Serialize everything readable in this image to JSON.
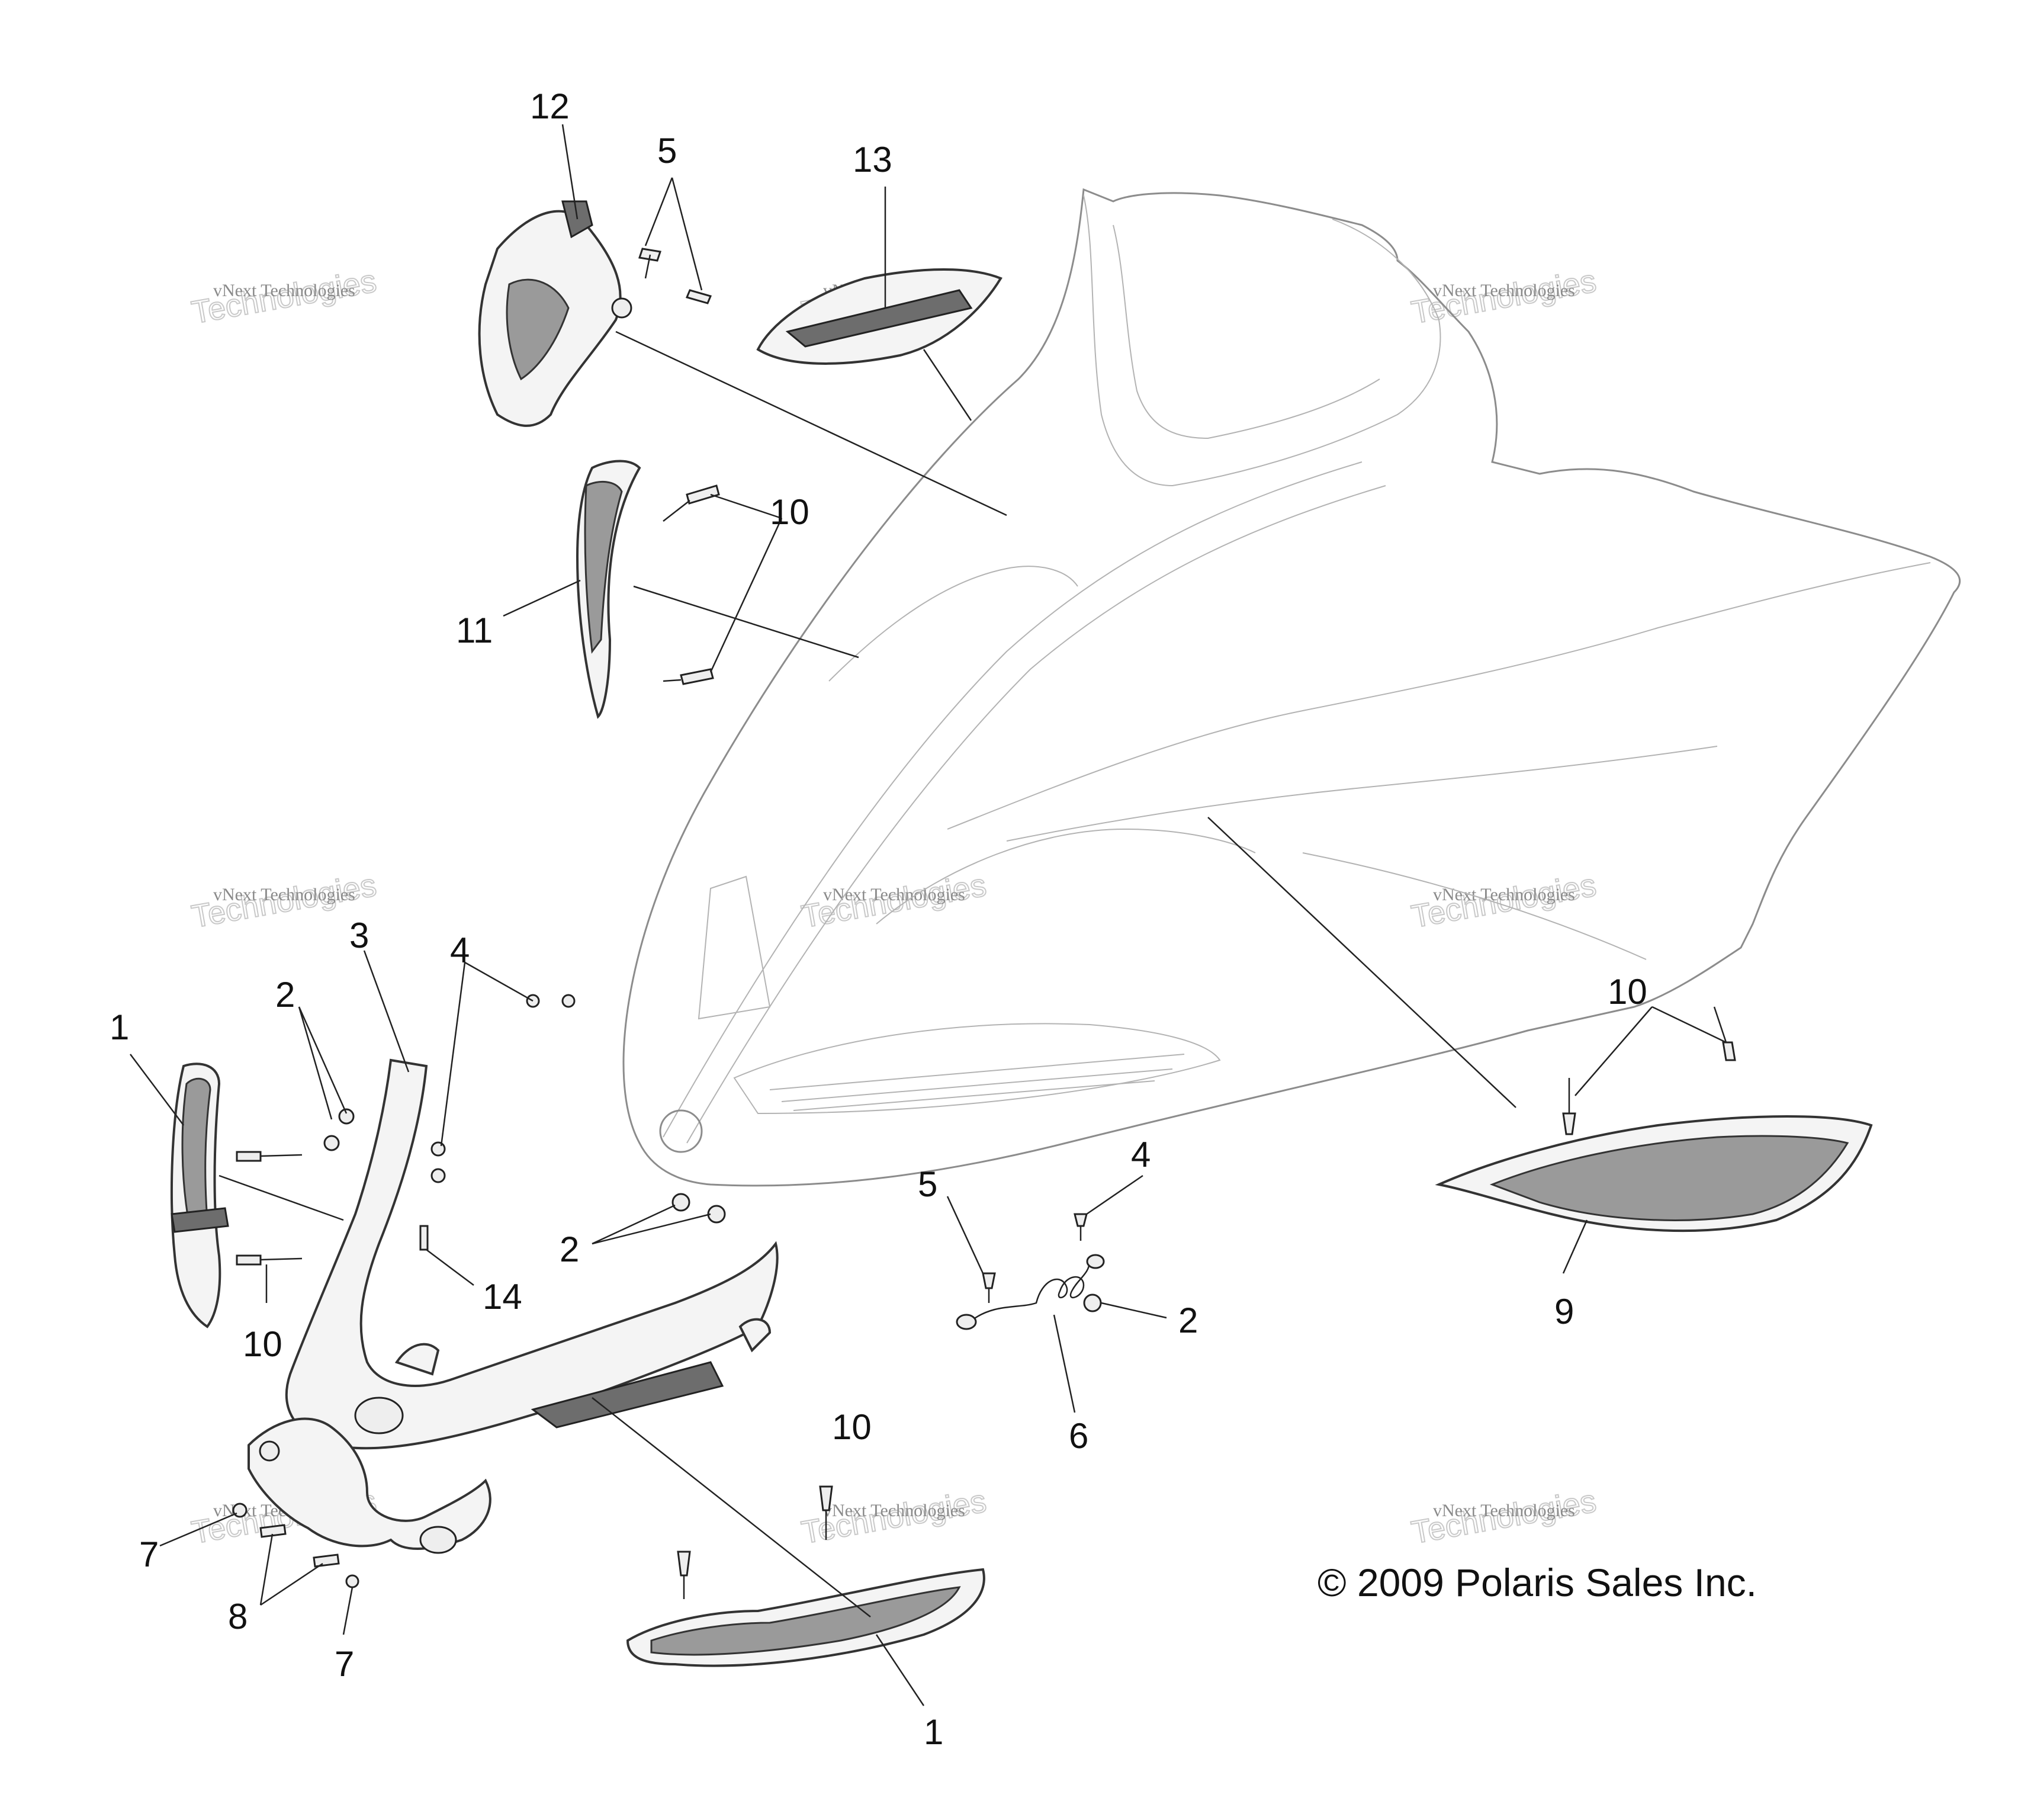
{
  "callouts": [
    "1",
    "1",
    "2",
    "2",
    "2",
    "3",
    "4",
    "4",
    "5",
    "5",
    "6",
    "7",
    "7",
    "8",
    "9",
    "10",
    "10",
    "10",
    "10",
    "11",
    "12",
    "13",
    "14"
  ],
  "watermark": {
    "line1": "vNext Technologies",
    "line2": "vNext",
    "line3": "Technologies"
  },
  "copyright": "© 2009 Polaris Sales Inc."
}
